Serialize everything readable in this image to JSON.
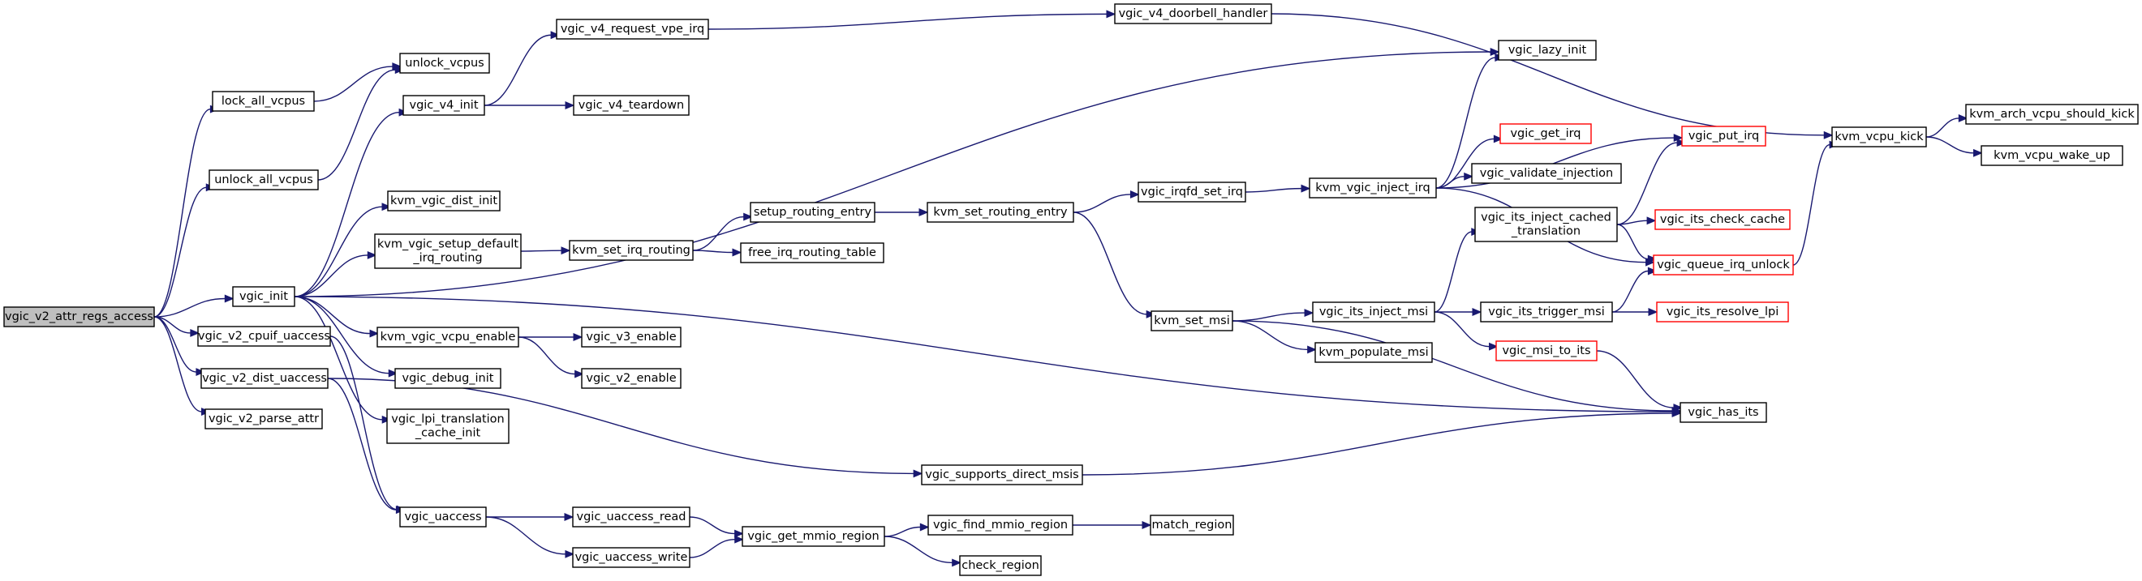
{
  "graph": {
    "colors": {
      "edge": "#191970",
      "root_fill": "#bfbfbf",
      "node_border": "#000000",
      "truncated_border": "#ff0000"
    },
    "nodes": [
      {
        "id": "root",
        "lines": [
          "vgic_v2_attr_regs_access"
        ],
        "style": "root"
      },
      {
        "id": "lock_all_vcpus",
        "lines": [
          "lock_all_vcpus"
        ]
      },
      {
        "id": "unlock_all_vcpus",
        "lines": [
          "unlock_all_vcpus"
        ]
      },
      {
        "id": "unlock_vcpus",
        "lines": [
          "unlock_vcpus"
        ]
      },
      {
        "id": "vgic_init",
        "lines": [
          "vgic_init"
        ]
      },
      {
        "id": "vgic_v2_cpuif_uaccess",
        "lines": [
          "vgic_v2_cpuif_uaccess"
        ]
      },
      {
        "id": "vgic_v2_dist_uaccess",
        "lines": [
          "vgic_v2_dist_uaccess"
        ]
      },
      {
        "id": "vgic_v2_parse_attr",
        "lines": [
          "vgic_v2_parse_attr"
        ]
      },
      {
        "id": "vgic_v4_init",
        "lines": [
          "vgic_v4_init"
        ]
      },
      {
        "id": "kvm_vgic_dist_init",
        "lines": [
          "kvm_vgic_dist_init"
        ]
      },
      {
        "id": "kvm_vgic_setup_default_irq_routing",
        "lines": [
          "kvm_vgic_setup_default",
          "_irq_routing"
        ]
      },
      {
        "id": "kvm_vgic_vcpu_enable",
        "lines": [
          "kvm_vgic_vcpu_enable"
        ]
      },
      {
        "id": "vgic_debug_init",
        "lines": [
          "vgic_debug_init"
        ]
      },
      {
        "id": "vgic_lpi_translation_cache_init",
        "lines": [
          "vgic_lpi_translation",
          "_cache_init"
        ]
      },
      {
        "id": "vgic_uaccess",
        "lines": [
          "vgic_uaccess"
        ]
      },
      {
        "id": "vgic_v4_request_vpe_irq",
        "lines": [
          "vgic_v4_request_vpe_irq"
        ]
      },
      {
        "id": "vgic_v4_teardown",
        "lines": [
          "vgic_v4_teardown"
        ]
      },
      {
        "id": "kvm_set_irq_routing",
        "lines": [
          "kvm_set_irq_routing"
        ]
      },
      {
        "id": "vgic_v3_enable",
        "lines": [
          "vgic_v3_enable"
        ]
      },
      {
        "id": "vgic_v2_enable",
        "lines": [
          "vgic_v2_enable"
        ]
      },
      {
        "id": "vgic_uaccess_read",
        "lines": [
          "vgic_uaccess_read"
        ]
      },
      {
        "id": "vgic_uaccess_write",
        "lines": [
          "vgic_uaccess_write"
        ]
      },
      {
        "id": "setup_routing_entry",
        "lines": [
          "setup_routing_entry"
        ]
      },
      {
        "id": "free_irq_routing_table",
        "lines": [
          "free_irq_routing_table"
        ]
      },
      {
        "id": "vgic_get_mmio_region",
        "lines": [
          "vgic_get_mmio_region"
        ]
      },
      {
        "id": "kvm_set_routing_entry",
        "lines": [
          "kvm_set_routing_entry"
        ]
      },
      {
        "id": "vgic_supports_direct_msis",
        "lines": [
          "vgic_supports_direct_msis"
        ]
      },
      {
        "id": "vgic_find_mmio_region",
        "lines": [
          "vgic_find_mmio_region"
        ]
      },
      {
        "id": "check_region",
        "lines": [
          "check_region"
        ]
      },
      {
        "id": "vgic_v4_doorbell_handler",
        "lines": [
          "vgic_v4_doorbell_handler"
        ]
      },
      {
        "id": "vgic_irqfd_set_irq",
        "lines": [
          "vgic_irqfd_set_irq"
        ]
      },
      {
        "id": "kvm_set_msi",
        "lines": [
          "kvm_set_msi"
        ]
      },
      {
        "id": "match_region",
        "lines": [
          "match_region"
        ]
      },
      {
        "id": "kvm_vgic_inject_irq",
        "lines": [
          "kvm_vgic_inject_irq"
        ]
      },
      {
        "id": "vgic_its_inject_msi",
        "lines": [
          "vgic_its_inject_msi"
        ]
      },
      {
        "id": "kvm_populate_msi",
        "lines": [
          "kvm_populate_msi"
        ]
      },
      {
        "id": "vgic_lazy_init",
        "lines": [
          "vgic_lazy_init"
        ]
      },
      {
        "id": "vgic_get_irq",
        "lines": [
          "vgic_get_irq"
        ],
        "style": "truncated"
      },
      {
        "id": "vgic_validate_injection",
        "lines": [
          "vgic_validate_injection"
        ]
      },
      {
        "id": "vgic_its_inject_cached_translation",
        "lines": [
          "vgic_its_inject_cached",
          "_translation"
        ]
      },
      {
        "id": "vgic_its_trigger_msi",
        "lines": [
          "vgic_its_trigger_msi"
        ]
      },
      {
        "id": "vgic_msi_to_its",
        "lines": [
          "vgic_msi_to_its"
        ],
        "style": "truncated"
      },
      {
        "id": "vgic_put_irq",
        "lines": [
          "vgic_put_irq"
        ],
        "style": "truncated"
      },
      {
        "id": "vgic_its_check_cache",
        "lines": [
          "vgic_its_check_cache"
        ],
        "style": "truncated"
      },
      {
        "id": "vgic_queue_irq_unlock",
        "lines": [
          "vgic_queue_irq_unlock"
        ],
        "style": "truncated"
      },
      {
        "id": "vgic_its_resolve_lpi",
        "lines": [
          "vgic_its_resolve_lpi"
        ],
        "style": "truncated"
      },
      {
        "id": "vgic_has_its",
        "lines": [
          "vgic_has_its"
        ]
      },
      {
        "id": "kvm_vcpu_kick",
        "lines": [
          "kvm_vcpu_kick"
        ]
      },
      {
        "id": "kvm_arch_vcpu_should_kick",
        "lines": [
          "kvm_arch_vcpu_should_kick"
        ]
      },
      {
        "id": "kvm_vcpu_wake_up",
        "lines": [
          "kvm_vcpu_wake_up"
        ]
      }
    ],
    "edges": [
      [
        "root",
        "lock_all_vcpus"
      ],
      [
        "root",
        "unlock_all_vcpus"
      ],
      [
        "root",
        "vgic_init"
      ],
      [
        "root",
        "vgic_v2_cpuif_uaccess"
      ],
      [
        "root",
        "vgic_v2_dist_uaccess"
      ],
      [
        "root",
        "vgic_v2_parse_attr"
      ],
      [
        "lock_all_vcpus",
        "unlock_vcpus"
      ],
      [
        "unlock_all_vcpus",
        "unlock_vcpus"
      ],
      [
        "vgic_init",
        "vgic_v4_init"
      ],
      [
        "vgic_init",
        "kvm_vgic_dist_init"
      ],
      [
        "vgic_init",
        "kvm_vgic_setup_default_irq_routing"
      ],
      [
        "vgic_init",
        "kvm_vgic_vcpu_enable"
      ],
      [
        "vgic_init",
        "vgic_debug_init"
      ],
      [
        "vgic_init",
        "vgic_lpi_translation_cache_init"
      ],
      [
        "vgic_init",
        "vgic_has_its"
      ],
      [
        "vgic_init",
        "vgic_lazy_init"
      ],
      [
        "vgic_v4_init",
        "vgic_v4_request_vpe_irq"
      ],
      [
        "vgic_v4_init",
        "vgic_v4_teardown"
      ],
      [
        "vgic_v4_request_vpe_irq",
        "vgic_v4_doorbell_handler"
      ],
      [
        "vgic_v4_doorbell_handler",
        "kvm_vcpu_kick"
      ],
      [
        "kvm_vgic_setup_default_irq_routing",
        "kvm_set_irq_routing"
      ],
      [
        "kvm_set_irq_routing",
        "setup_routing_entry"
      ],
      [
        "kvm_set_irq_routing",
        "free_irq_routing_table"
      ],
      [
        "setup_routing_entry",
        "kvm_set_routing_entry"
      ],
      [
        "kvm_set_routing_entry",
        "vgic_irqfd_set_irq"
      ],
      [
        "kvm_set_routing_entry",
        "kvm_set_msi"
      ],
      [
        "vgic_irqfd_set_irq",
        "kvm_vgic_inject_irq"
      ],
      [
        "kvm_vgic_inject_irq",
        "vgic_lazy_init"
      ],
      [
        "kvm_vgic_inject_irq",
        "vgic_get_irq"
      ],
      [
        "kvm_vgic_inject_irq",
        "vgic_validate_injection"
      ],
      [
        "kvm_vgic_inject_irq",
        "vgic_put_irq"
      ],
      [
        "kvm_vgic_inject_irq",
        "vgic_queue_irq_unlock"
      ],
      [
        "kvm_set_msi",
        "vgic_its_inject_msi"
      ],
      [
        "kvm_set_msi",
        "kvm_populate_msi"
      ],
      [
        "kvm_set_msi",
        "vgic_has_its"
      ],
      [
        "vgic_its_inject_msi",
        "vgic_its_inject_cached_translation"
      ],
      [
        "vgic_its_inject_msi",
        "vgic_its_trigger_msi"
      ],
      [
        "vgic_its_inject_msi",
        "vgic_msi_to_its"
      ],
      [
        "vgic_its_inject_cached_translation",
        "vgic_put_irq"
      ],
      [
        "vgic_its_inject_cached_translation",
        "vgic_its_check_cache"
      ],
      [
        "vgic_its_inject_cached_translation",
        "vgic_queue_irq_unlock"
      ],
      [
        "vgic_its_trigger_msi",
        "vgic_queue_irq_unlock"
      ],
      [
        "vgic_its_trigger_msi",
        "vgic_its_resolve_lpi"
      ],
      [
        "vgic_msi_to_its",
        "vgic_has_its"
      ],
      [
        "vgic_queue_irq_unlock",
        "kvm_vcpu_kick"
      ],
      [
        "kvm_vcpu_kick",
        "kvm_arch_vcpu_should_kick"
      ],
      [
        "kvm_vcpu_kick",
        "kvm_vcpu_wake_up"
      ],
      [
        "kvm_vgic_vcpu_enable",
        "vgic_v3_enable"
      ],
      [
        "kvm_vgic_vcpu_enable",
        "vgic_v2_enable"
      ],
      [
        "vgic_v2_cpuif_uaccess",
        "vgic_uaccess"
      ],
      [
        "vgic_v2_dist_uaccess",
        "vgic_uaccess"
      ],
      [
        "vgic_v2_dist_uaccess",
        "vgic_supports_direct_msis"
      ],
      [
        "vgic_supports_direct_msis",
        "vgic_has_its"
      ],
      [
        "vgic_uaccess",
        "vgic_uaccess_read"
      ],
      [
        "vgic_uaccess",
        "vgic_uaccess_write"
      ],
      [
        "vgic_uaccess_read",
        "vgic_get_mmio_region"
      ],
      [
        "vgic_uaccess_write",
        "vgic_get_mmio_region"
      ],
      [
        "vgic_get_mmio_region",
        "vgic_find_mmio_region"
      ],
      [
        "vgic_get_mmio_region",
        "check_region"
      ],
      [
        "vgic_find_mmio_region",
        "match_region"
      ]
    ]
  }
}
